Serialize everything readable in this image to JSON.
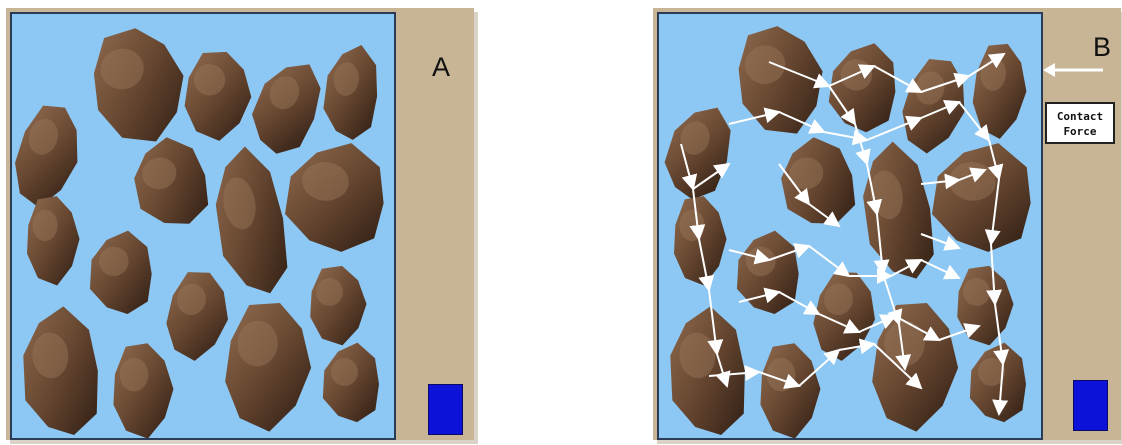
{
  "panels": [
    {
      "id": "A",
      "label": "A"
    },
    {
      "id": "B",
      "label": "B",
      "button": {
        "line1": "Contact",
        "line2": "Force"
      }
    }
  ],
  "icons": {
    "force_direction": "arrow-left-icon",
    "indicator": "blue-square-icon"
  },
  "colors": {
    "background_field": "#8dc7f3",
    "panel": "#c8b596",
    "particle": "#6b4a33",
    "indicator": "#0c12d8",
    "force_arrow": "#ffffff"
  }
}
